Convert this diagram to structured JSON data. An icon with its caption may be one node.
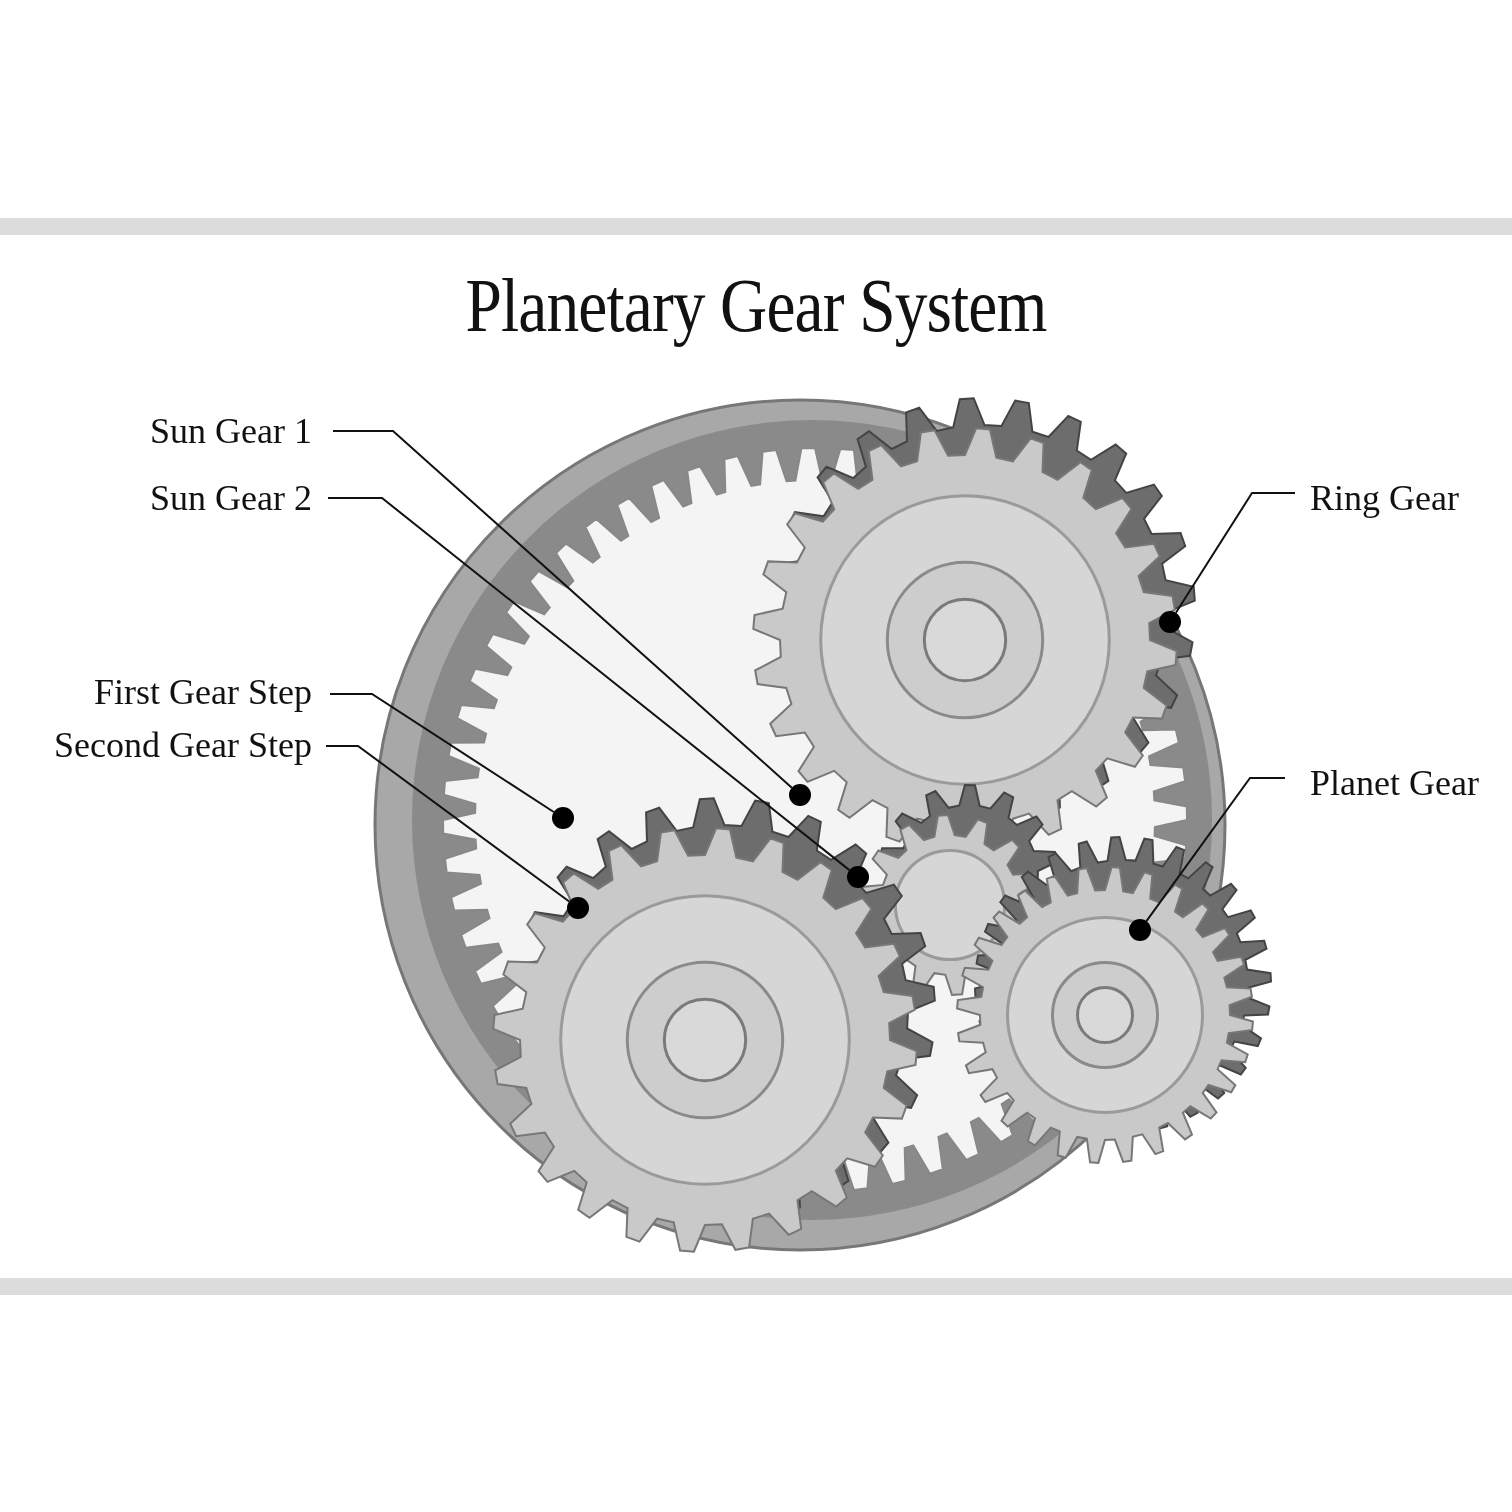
{
  "diagram": {
    "title": "Planetary Gear System",
    "nodes": [
      {
        "text": [
          "Sun Gear 1"
        ]
      },
      {
        "text": [
          "Sun Gear 2"
        ]
      },
      {
        "text": [
          "Ring Gear"
        ]
      },
      {
        "text": [
          "First Gear Step"
        ]
      },
      {
        "text": [
          "Second Gear Step"
        ]
      },
      {
        "text": [
          "Planet Gear"
        ]
      },
      {
        "text": [],
        "shape": "circle"
      },
      {
        "text": [],
        "shape": "circle"
      },
      {
        "text": [],
        "shape": "circle"
      },
      {
        "text": [],
        "shape": "circle"
      },
      {
        "text": [],
        "shape": "circle"
      },
      {
        "text": [],
        "shape": "circle"
      }
    ],
    "edges": [
      {
        "from": 0,
        "to": 6,
        "arrow": "none"
      },
      {
        "from": 1,
        "to": 7,
        "arrow": "none"
      },
      {
        "from": 2,
        "to": 8,
        "arrow": "none"
      },
      {
        "from": 3,
        "to": 9,
        "arrow": "none"
      },
      {
        "from": 4,
        "to": 10,
        "arrow": "none"
      },
      {
        "from": 5,
        "to": 11,
        "arrow": "none"
      }
    ]
  }
}
